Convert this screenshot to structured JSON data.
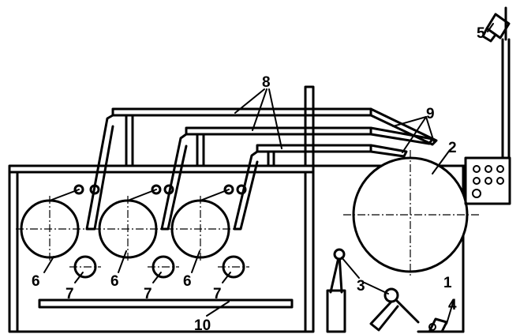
{
  "labels": {
    "frame": "1",
    "main_drum": "2",
    "tensioner": "3",
    "drive": "4",
    "light": "5",
    "drum_a": "6",
    "drum_b": "6",
    "drum_c": "6",
    "roller_a": "7",
    "roller_b": "7",
    "roller_c": "7",
    "guides": "8",
    "outlets": "9",
    "tray": "10"
  }
}
